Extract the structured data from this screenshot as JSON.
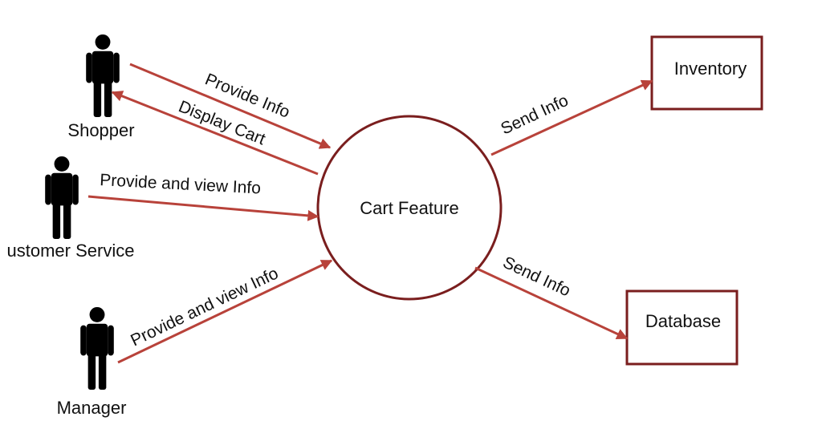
{
  "process": {
    "label": "Cart Feature"
  },
  "actors": [
    {
      "id": "shopper",
      "label": "Shopper"
    },
    {
      "id": "customer-service",
      "label": "ustomer Service"
    },
    {
      "id": "manager",
      "label": "Manager"
    }
  ],
  "stores": [
    {
      "id": "inventory",
      "label": "Inventory"
    },
    {
      "id": "database",
      "label": "Database"
    }
  ],
  "flows": [
    {
      "id": "shopper-provide",
      "label": "Provide Info"
    },
    {
      "id": "shopper-display",
      "label": "Display Cart"
    },
    {
      "id": "cs-provide-view",
      "label": "Provide and view Info"
    },
    {
      "id": "manager-provide-view",
      "label": "Provide and view Info"
    },
    {
      "id": "inventory-send",
      "label": "Send Info"
    },
    {
      "id": "database-send",
      "label": "Send Info"
    }
  ],
  "colors": {
    "line": "#b8423a",
    "border": "#7a1e1e",
    "figure": "#000000"
  }
}
